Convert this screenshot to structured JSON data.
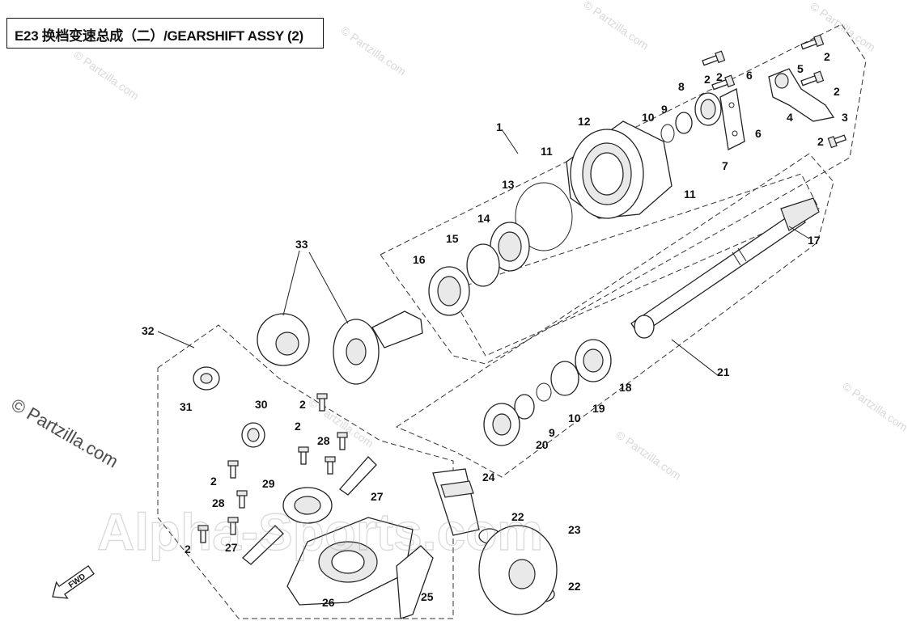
{
  "diagram": {
    "title": "E23 换档变速总成（二）/GEARSHIFT ASSY (2)",
    "fwd_label": "FWD",
    "watermarks": {
      "copyright": "© Partzilla.com",
      "dealer": "Alpha-Sports.com",
      "small": "© Partzilla.com"
    },
    "callouts": [
      "1",
      "2",
      "2",
      "2",
      "2",
      "3",
      "4",
      "5",
      "6",
      "6",
      "7",
      "8",
      "9",
      "10",
      "11",
      "11",
      "12",
      "13",
      "14",
      "15",
      "16",
      "17",
      "18",
      "19",
      "9",
      "10",
      "20",
      "21",
      "22",
      "22",
      "23",
      "24",
      "25",
      "26",
      "27",
      "27",
      "28",
      "28",
      "29",
      "30",
      "31",
      "32",
      "33",
      "2",
      "2",
      "2",
      "2",
      "2"
    ]
  }
}
